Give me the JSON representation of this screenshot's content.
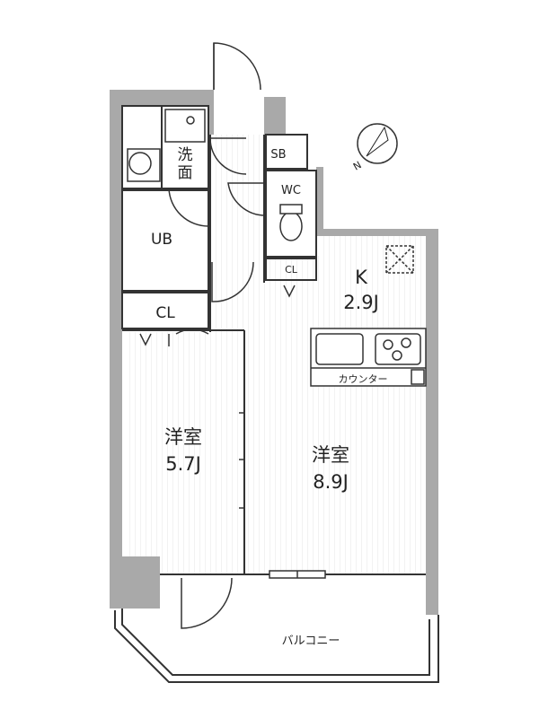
{
  "rooms": {
    "washroom": {
      "line1": "洗",
      "line2": "面"
    },
    "storage_box": "SB",
    "toilet": "WC",
    "bath": "UB",
    "closet_lower": "CL",
    "closet_kitchen": "CL",
    "kitchen": {
      "name": "K",
      "size": "2.9J"
    },
    "western_small": {
      "name": "洋室",
      "size": "5.7J"
    },
    "western_large": {
      "name": "洋室",
      "size": "8.9J"
    },
    "counter": "カウンター",
    "balcony": "バルコニー"
  },
  "compass": {
    "label": "N"
  }
}
